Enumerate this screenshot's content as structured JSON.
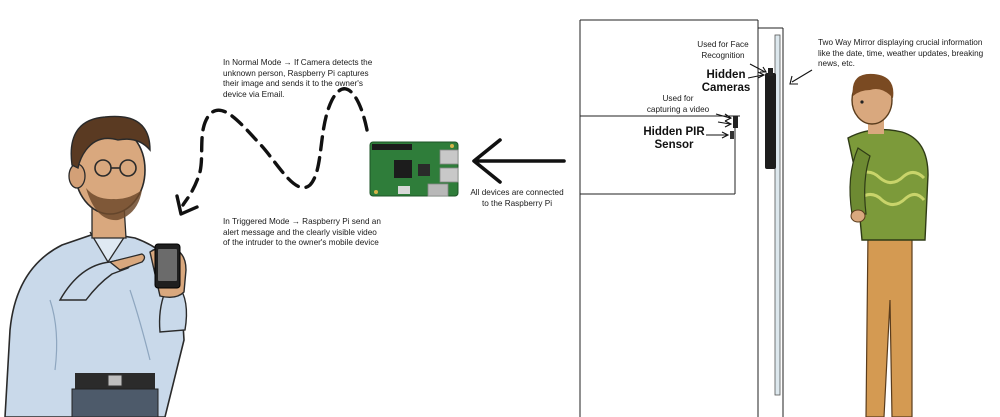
{
  "annotations": {
    "normal_mode": [
      "In Normal Mode → If Camera detects the",
      "unknown person, Raspberry Pi captures",
      "their image and sends it to the owner's",
      "device via Email."
    ],
    "triggered_mode": [
      "In Triggered Mode → Raspberry Pi send an",
      "alert message and the clearly visible video",
      "of the intruder to the owner's mobile device"
    ],
    "connected": [
      "All devices are connected",
      "to the Raspberry Pi"
    ],
    "face_recognition": [
      "Used for Face",
      "Recognition"
    ],
    "hidden_cameras": [
      "Hidden",
      "Cameras"
    ],
    "capturing_video": [
      "Used for",
      "capturing a video"
    ],
    "hidden_pir": [
      "Hidden PIR",
      "Sensor"
    ],
    "mirror": [
      "Two Way Mirror displaying crucial information",
      "like the date, time, weather updates, breaking",
      "news, etc."
    ]
  },
  "colors": {
    "skin": "#d9a87e",
    "owner_shirt": "#c9d9ea",
    "hair": "#5a3a22",
    "visitor_sweater": "#7c9a3a",
    "visitor_pants": "#d49a52",
    "pcb": "#2f7d3a",
    "mirror": "#dde8ee"
  },
  "icons": {
    "owner": "person-holding-phone-icon",
    "visitor": "standing-person-icon",
    "board": "raspberry-pi-board-icon"
  }
}
